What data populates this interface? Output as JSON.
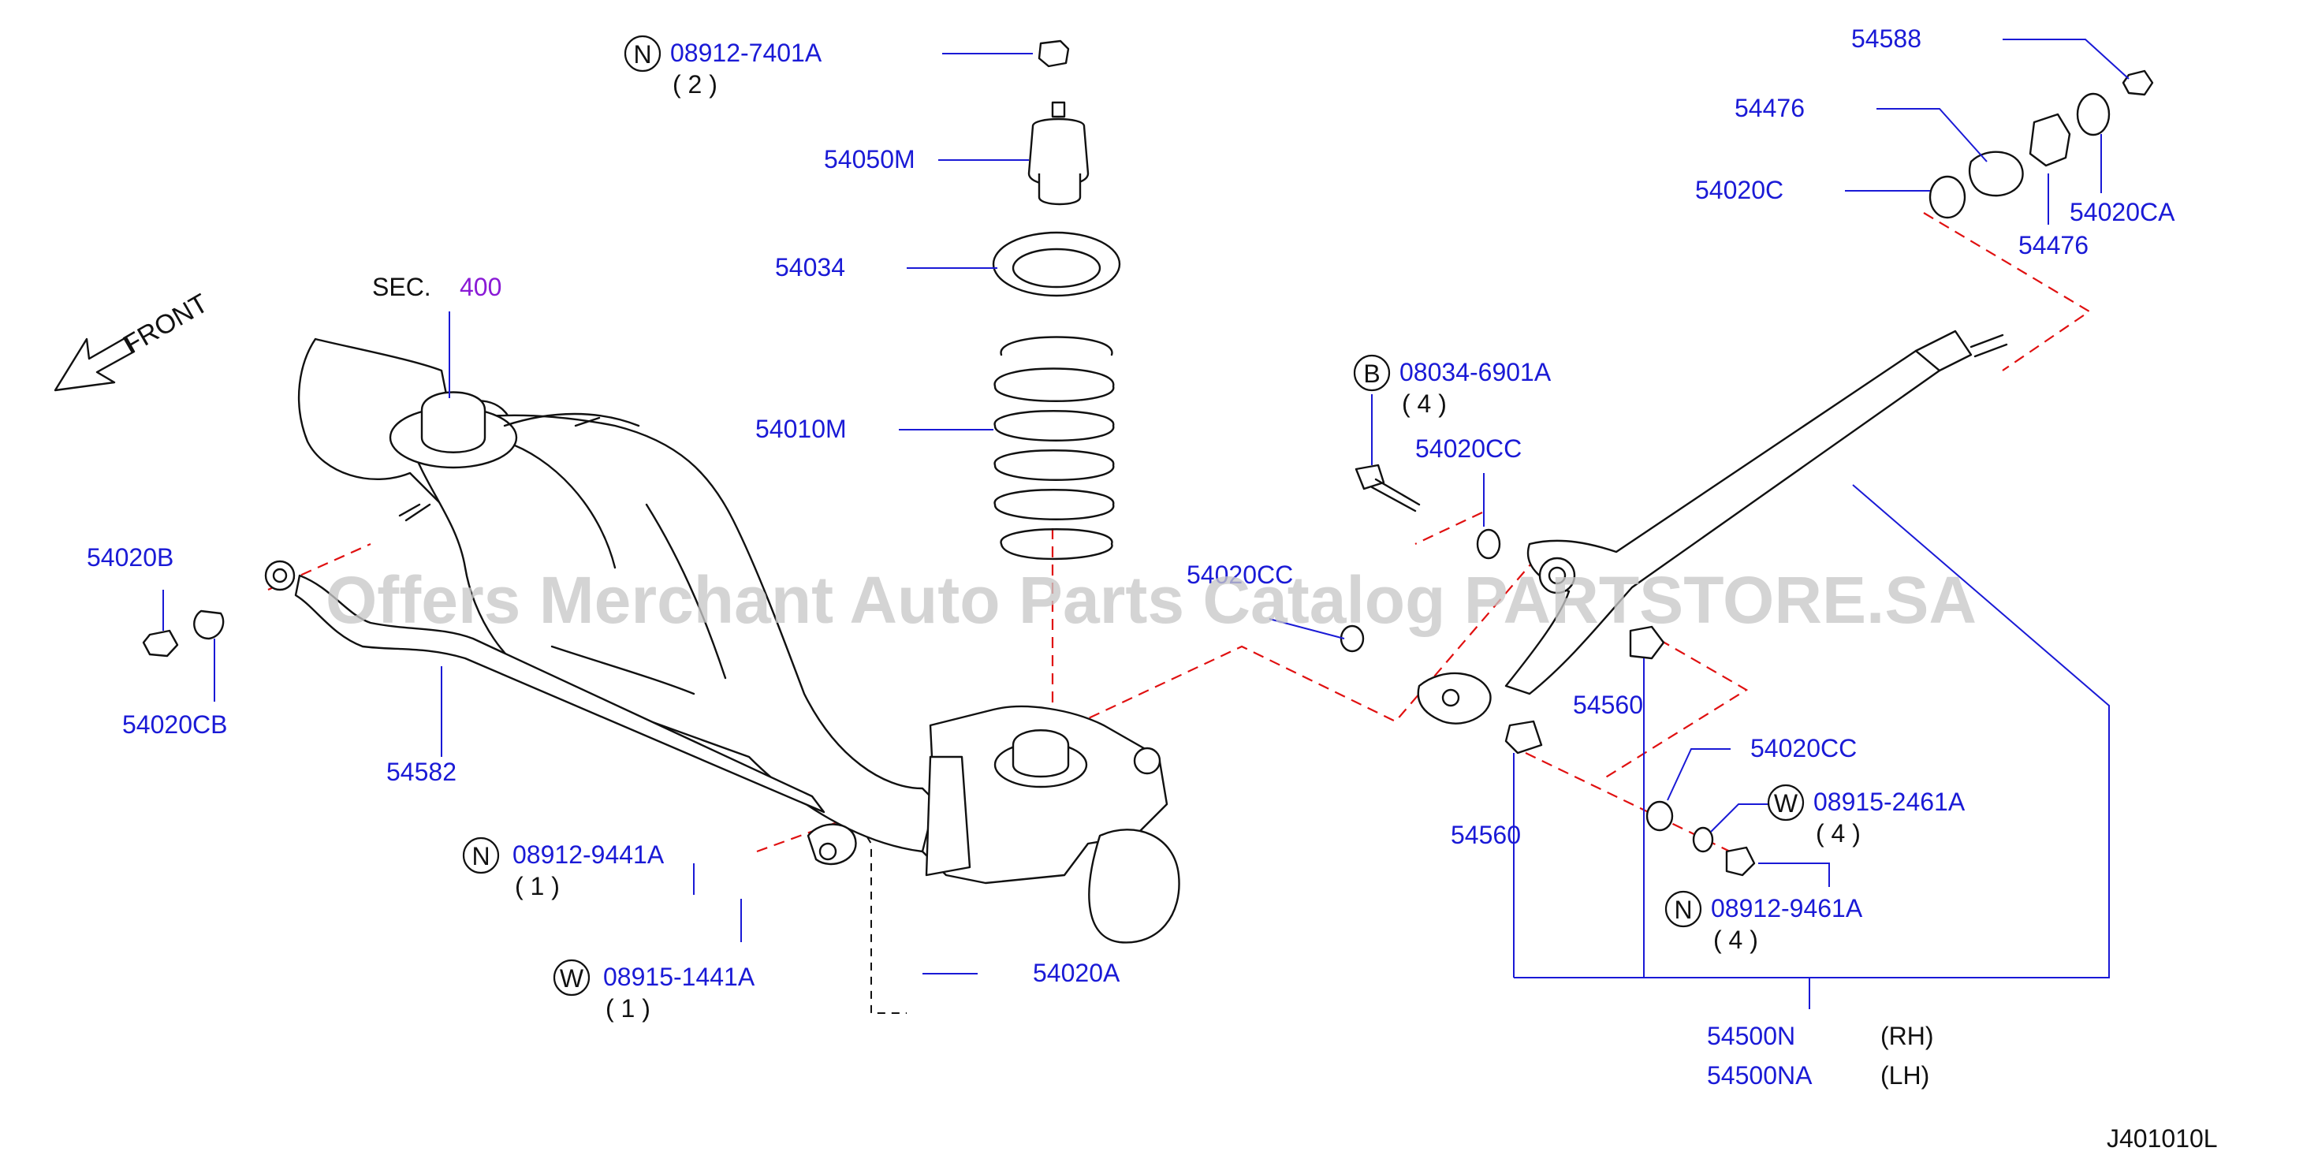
{
  "parts": {
    "nut_08912_7401A": "08912-7401A",
    "nut_08912_7401A_qty": "( 2 )",
    "bound_bumper": "54050M",
    "spring_seat": "54034",
    "coil_spring": "54010M",
    "sec_label": "SEC.",
    "sec_num": "400",
    "front_label": "FRONT",
    "bush_54020B": "54020B",
    "bush_54020CB": "54020CB",
    "stabilizer_bar": "54582",
    "nut_08912_9441A": "08912-9441A",
    "nut_08912_9441A_qty": "( 1 )",
    "washer_08915_1441A": "08915-1441A",
    "washer_08915_1441A_qty": "( 1 )",
    "bolt_54020A": "54020A",
    "bolt_08034_6901A": "08034-6901A",
    "bolt_08034_6901A_qty": "( 4 )",
    "washer_54020CC_top": "54020CC",
    "washer_54020CC_mid": "54020CC",
    "bush_54560_right": "54560",
    "bush_54560_left": "54560",
    "washer_54020CC_low": "54020CC",
    "washer_08915_2461A": "08915-2461A",
    "washer_08915_2461A_qty": "( 4 )",
    "nut_08912_9461A": "08912-9461A",
    "nut_08912_9461A_qty": "( 4 )",
    "nut_54588": "54588",
    "bush_54476_top": "54476",
    "bush_54020C": "54020C",
    "washer_54020CA": "54020CA",
    "bush_54476_bottom": "54476",
    "link_54500N": "54500N",
    "link_54500N_side": "(RH)",
    "link_54500NA": "54500NA",
    "link_54500NA_side": "(LH)",
    "figure_code": "J401010L"
  },
  "markers": {
    "N": "N",
    "B": "B",
    "W": "W"
  },
  "watermark": "Offers Merchant Auto Parts Catalog PARTSTORE.SA",
  "colors": {
    "part_link": "#1a1ad6",
    "section_link": "#8a1ad6",
    "ghost_line": "#e01010"
  }
}
